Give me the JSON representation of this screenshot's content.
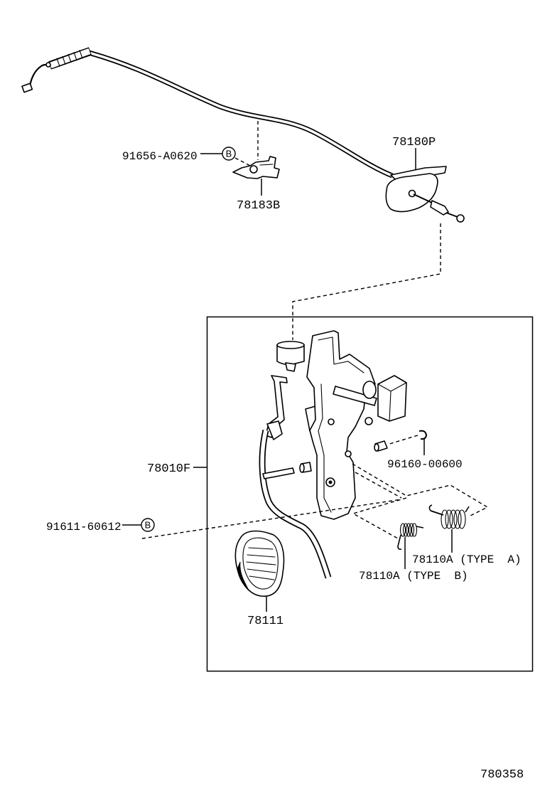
{
  "callouts": {
    "cable_assy": "78180P",
    "clamp_bolt": "91656-A0620",
    "cable_clamp": "78183B",
    "pedal_assy": "78010F",
    "bushing": "96160-00600",
    "pivot_bolt": "91611-60612",
    "spring_type_a": "78110A (TYPE  A)",
    "spring_type_b": "78110A (TYPE  B)",
    "pedal_pad": "78111"
  },
  "reference_marks": {
    "clamp_bolt_mark": "B",
    "pivot_bolt_mark": "B"
  },
  "illustration_number": "780358"
}
